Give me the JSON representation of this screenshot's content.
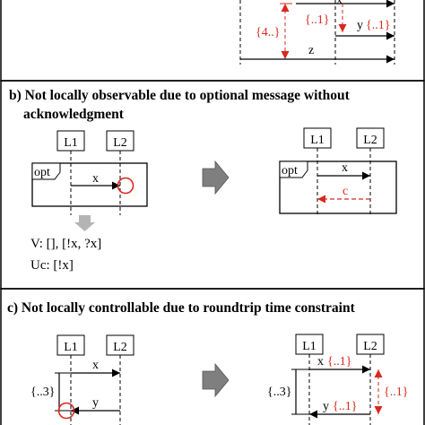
{
  "colors": {
    "ink": "#000000",
    "red": "#d9281e",
    "arrow_gray": "#7f7f7f",
    "light_gray": "#b4b4b4"
  },
  "section_a": {
    "msg_top": "x",
    "msg_y": "y",
    "msg_y_constraint": "{..1}",
    "msg_z": "z",
    "interval_left": "{4..}",
    "interval_mid": "{..1}"
  },
  "section_b": {
    "title_line1": "b) Not locally observable due to optional message without",
    "title_line2": "acknowledgment",
    "lifeline_1": "L1",
    "lifeline_2": "L2",
    "fragment": "opt",
    "msg_x": "x",
    "ack_msg": "c",
    "views": "V: [],  [!x, ?x]",
    "uc": "Uc: [!x]",
    "transform_arrow": "right-block-arrow-icon",
    "down_arrow": "down-block-arrow-icon"
  },
  "section_c": {
    "title": "c) Not locally controllable due to roundtrip time constraint",
    "lifeline_1": "L1",
    "lifeline_2": "L2",
    "msg_x": "x",
    "msg_y": "y",
    "interval": "{..3}",
    "constraint_x": "{..1}",
    "constraint_y": "{..1}",
    "constraint_side": "{..1}",
    "transform_arrow": "right-block-arrow-icon"
  }
}
